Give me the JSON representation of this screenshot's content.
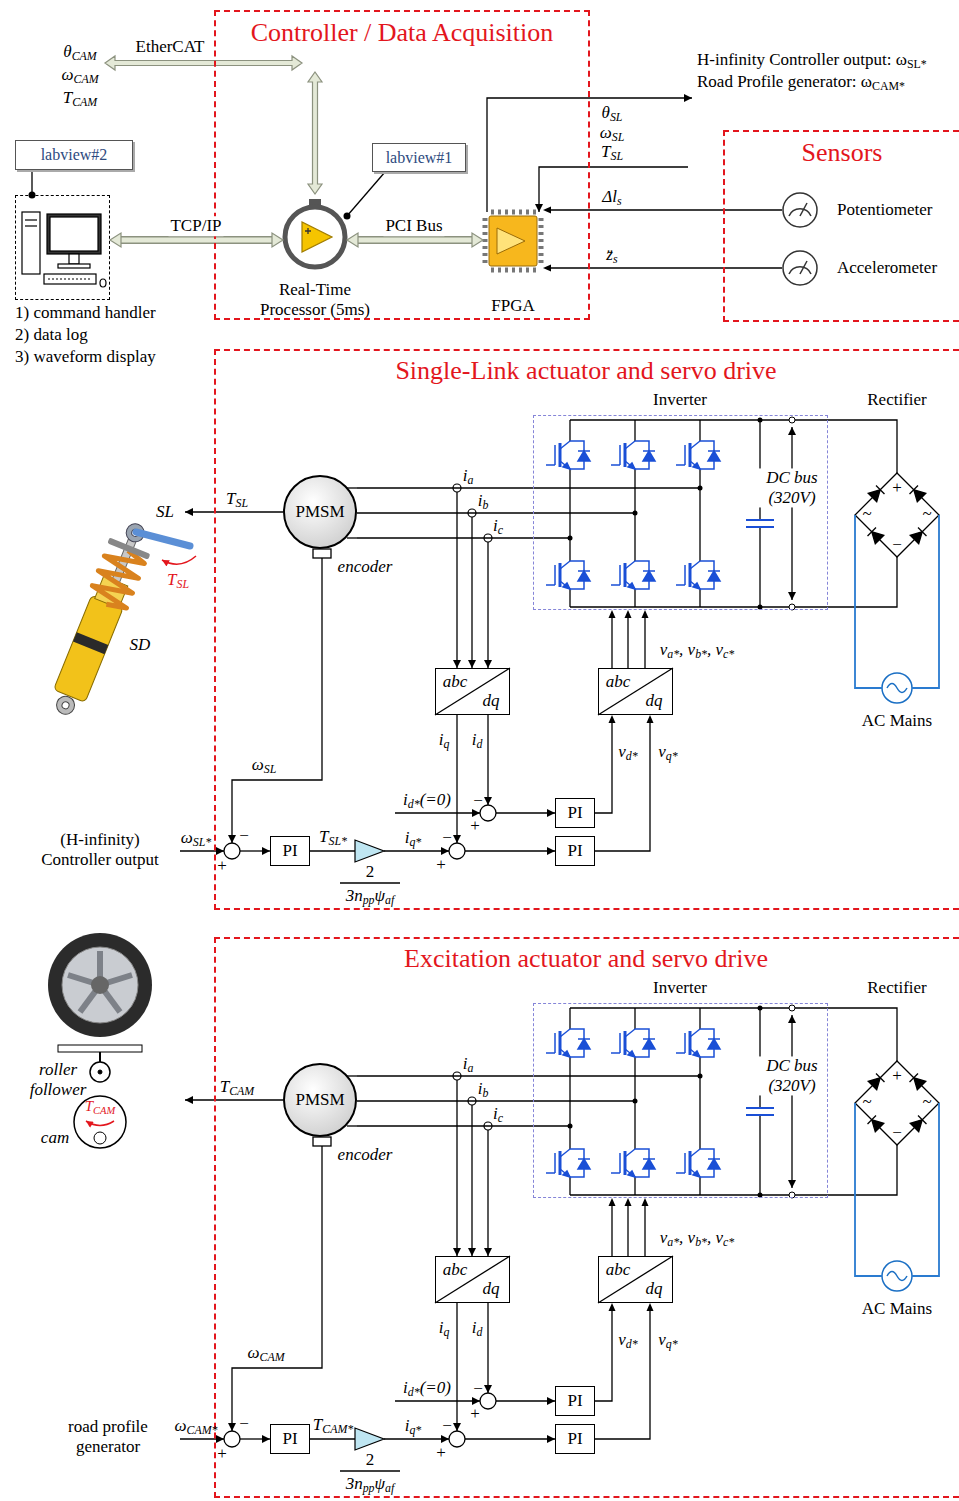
{
  "diagram": {
    "nodes": [
      {
        "text": [
          "Controller / Data Acquisition"
        ]
      },
      {
        "text": [
          "labview#1"
        ],
        "in": 0
      },
      {
        "text": [
          "Real-Time Processor (5ms)"
        ],
        "in": 0
      },
      {
        "text": [
          "FPGA"
        ],
        "in": 0
      },
      {
        "text": [
          "labview#2"
        ]
      },
      {
        "text": [
          "1) command handler",
          "2) data log",
          "3) waveform display"
        ]
      },
      {
        "text": [
          "Sensors"
        ]
      },
      {
        "text": [
          "Potentiometer"
        ],
        "in": 6
      },
      {
        "text": [
          "Accelerometer"
        ],
        "in": 6
      },
      {
        "text": [
          "Single-Link actuator and servo drive"
        ]
      },
      {
        "text": [
          "PMSM"
        ],
        "in": 9
      },
      {
        "text": [
          "Inverter",
          "DC bus (320V)"
        ],
        "in": 9
      },
      {
        "text": [
          "Rectifier"
        ],
        "in": 9
      },
      {
        "text": [
          "AC Mains"
        ],
        "in": 9
      },
      {
        "text": [
          "abc",
          "dq"
        ],
        "in": 9
      },
      {
        "text": [
          "abc",
          "dq"
        ],
        "in": 9
      },
      {
        "text": [
          "PI"
        ],
        "in": 9
      },
      {
        "text": [
          "PI"
        ],
        "in": 9
      },
      {
        "text": [
          "PI"
        ],
        "in": 9
      },
      {
        "text": [
          "Excitation actuator and servo drive"
        ]
      },
      {
        "text": [
          "PMSM"
        ],
        "in": 19
      },
      {
        "text": [
          "Inverter",
          "DC bus (320V)"
        ],
        "in": 19
      },
      {
        "text": [
          "Rectifier"
        ],
        "in": 19
      },
      {
        "text": [
          "AC Mains"
        ],
        "in": 19
      },
      {
        "text": [
          "abc",
          "dq"
        ],
        "in": 19
      },
      {
        "text": [
          "abc",
          "dq"
        ],
        "in": 19
      },
      {
        "text": [
          "PI"
        ],
        "in": 19
      },
      {
        "text": [
          "PI"
        ],
        "in": 19
      },
      {
        "text": [
          "PI"
        ],
        "in": 19
      }
    ],
    "edges": [
      {
        "from": 1,
        "to": 2,
        "arrow": "none"
      },
      {
        "from": 4,
        "to": 5,
        "arrow": "none"
      },
      {
        "from": 5,
        "to": 2,
        "label": "TCP/IP",
        "arrow": "both"
      },
      {
        "from": 2,
        "to": 3,
        "label": "PCI Bus",
        "arrow": "both"
      },
      {
        "from": 7,
        "to": 3,
        "label": "Δls",
        "arrow": "to"
      },
      {
        "from": 8,
        "to": 3,
        "label": "z̈s",
        "arrow": "to"
      },
      {
        "from": 10,
        "to": 11,
        "arrow": "none"
      },
      {
        "from": 10,
        "to": 11,
        "arrow": "none"
      },
      {
        "from": 10,
        "to": 11,
        "arrow": "none"
      },
      {
        "from": 15,
        "to": 11,
        "label": "va*, vb*, vc*",
        "arrow": "to"
      },
      {
        "from": 15,
        "to": 11,
        "arrow": "to"
      },
      {
        "from": 15,
        "to": 11,
        "arrow": "to"
      },
      {
        "from": 17,
        "to": 15,
        "label": "vd*",
        "arrow": "to"
      },
      {
        "from": 18,
        "to": 15,
        "label": "vq*",
        "arrow": "to"
      },
      {
        "from": 12,
        "to": 11,
        "arrow": "none"
      },
      {
        "from": 12,
        "to": 11,
        "arrow": "none"
      },
      {
        "from": 12,
        "to": 13,
        "arrow": "none"
      },
      {
        "from": 12,
        "to": 13,
        "arrow": "none"
      },
      {
        "from": 20,
        "to": 21,
        "arrow": "none"
      },
      {
        "from": 20,
        "to": 21,
        "arrow": "none"
      },
      {
        "from": 20,
        "to": 21,
        "arrow": "none"
      },
      {
        "from": 25,
        "to": 21,
        "label": "va*, vb*, vc*",
        "arrow": "to"
      },
      {
        "from": 25,
        "to": 21,
        "arrow": "to"
      },
      {
        "from": 25,
        "to": 21,
        "arrow": "to"
      },
      {
        "from": 27,
        "to": 25,
        "label": "vd*",
        "arrow": "to"
      },
      {
        "from": 28,
        "to": 25,
        "label": "vq*",
        "arrow": "to"
      },
      {
        "from": 22,
        "to": 21,
        "arrow": "none"
      },
      {
        "from": 22,
        "to": 21,
        "arrow": "none"
      },
      {
        "from": 22,
        "to": 23,
        "arrow": "none"
      },
      {
        "from": 22,
        "to": 23,
        "arrow": "none"
      }
    ],
    "labels": [
      "θCAM",
      "ωCAM",
      "TCAM",
      "EtherCAT",
      "H-infinity Controller output: ωSL*",
      "Road Profile generator: ωCAM*",
      "θSL",
      "ωSL",
      "TSL",
      "SL",
      "TSL",
      "TSL",
      "SD",
      "encoder",
      "ia",
      "ib",
      "ic",
      "iq",
      "id",
      "id*(=0)",
      "−",
      "+",
      "−",
      "+",
      "−",
      "+",
      "(H-infinity) Controller output",
      "ωSL*",
      "ωSL",
      "TSL*",
      "2",
      "3nppψaf",
      "iq*",
      "+",
      "−",
      "~",
      "~",
      "roller follower",
      "cam",
      "TCAM",
      "TCAM",
      "encoder",
      "ia",
      "ib",
      "ic",
      "iq",
      "id",
      "id*(=0)",
      "−",
      "+",
      "−",
      "+",
      "−",
      "+",
      "road profile generator",
      "ωCAM*",
      "ωCAM",
      "TCAM*",
      "2",
      "3nppψaf",
      "iq*",
      "+",
      "−",
      "~",
      "~"
    ]
  }
}
